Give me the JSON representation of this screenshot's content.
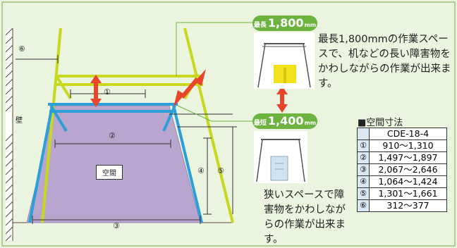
{
  "badges": {
    "long": {
      "prefix": "最長",
      "value": "1,800",
      "unit": "mm"
    },
    "short": {
      "prefix": "最短",
      "value": "1,400",
      "unit": "mm"
    }
  },
  "texts": {
    "long_desc": "最長1,800mmの作業スペースで、机などの長い障害物をかわしながらの作業が出来ます。",
    "short_desc": "狭いスペースで障害物をかわしながらの作業が出来ます。",
    "wall": "壁",
    "space": "空間"
  },
  "markers": [
    "①",
    "②",
    "③",
    "④",
    "⑤",
    "⑥"
  ],
  "table": {
    "title": "■空間寸法",
    "header": "CDE-18-4",
    "rows": [
      {
        "no": "①",
        "value": "910〜1,310"
      },
      {
        "no": "②",
        "value": "1,497〜1,897"
      },
      {
        "no": "③",
        "value": "2,067〜2,646"
      },
      {
        "no": "④",
        "value": "1,064〜1,424"
      },
      {
        "no": "⑤",
        "value": "1,301〜1,661"
      },
      {
        "no": "⑥",
        "value": "312〜377"
      }
    ]
  },
  "colors": {
    "background": "#eaf4df",
    "green_frame": "#c7d81e",
    "blue_frame": "#2b9fd8",
    "space_fill": "#b9a6cf",
    "arrow": "#e8452c",
    "badge": "#6cb33f",
    "wall": "#5a4a3a"
  }
}
